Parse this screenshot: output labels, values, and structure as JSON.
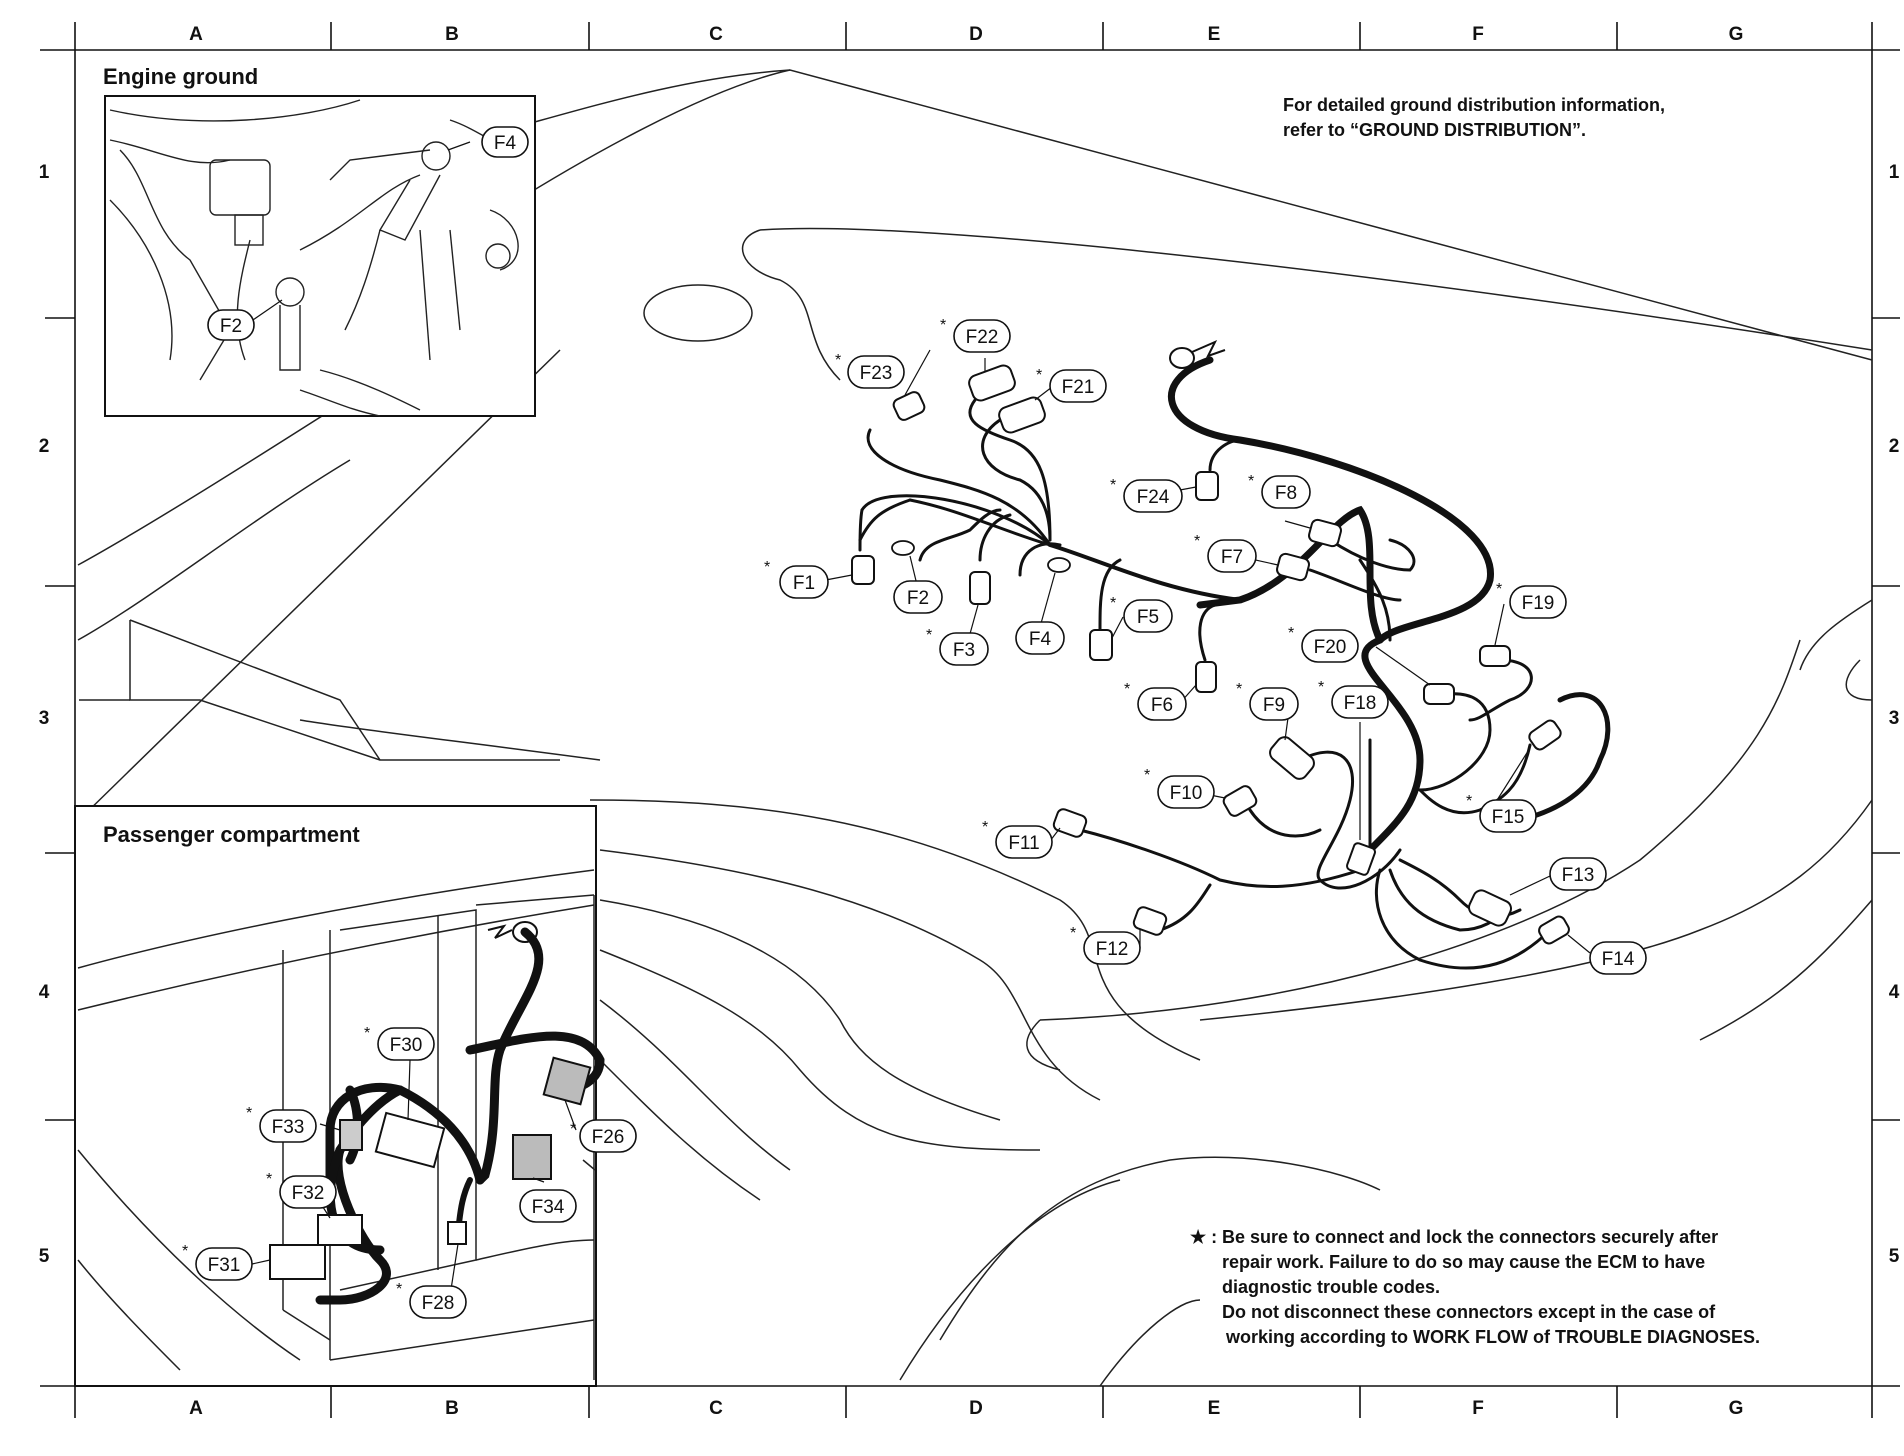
{
  "grid": {
    "columns": [
      "A",
      "B",
      "C",
      "D",
      "E",
      "F",
      "G"
    ],
    "rows": [
      "1",
      "2",
      "3",
      "4",
      "5"
    ]
  },
  "insets": {
    "engine_ground": "Engine ground",
    "passenger": "Passenger compartment"
  },
  "header_note": {
    "line1": "For detailed ground distribution information,",
    "line2": "refer to “GROUND DISTRIBUTION”."
  },
  "footer_note": {
    "star": "★ :",
    "line1": "Be sure to connect and lock the connectors securely after",
    "line2": "repair work. Failure to do so may cause the ECM to have",
    "line3": "diagnostic trouble codes.",
    "line4": "Do not disconnect these connectors except in the case of",
    "line5": "working according to WORK FLOW of TROUBLE DIAGNOSES."
  },
  "connectors": {
    "engine_inset": [
      "F4",
      "F2"
    ],
    "engine_bay": [
      "F22",
      "F23",
      "F21",
      "F24",
      "F8",
      "F7",
      "F1",
      "F2",
      "F3",
      "F4",
      "F5",
      "F19",
      "F20",
      "F6",
      "F9",
      "F18",
      "F10",
      "F11",
      "F15",
      "F13",
      "F12",
      "F14"
    ],
    "passenger": [
      "F30",
      "F33",
      "F26",
      "F32",
      "F34",
      "F31",
      "F28"
    ]
  },
  "asterisk": "*"
}
